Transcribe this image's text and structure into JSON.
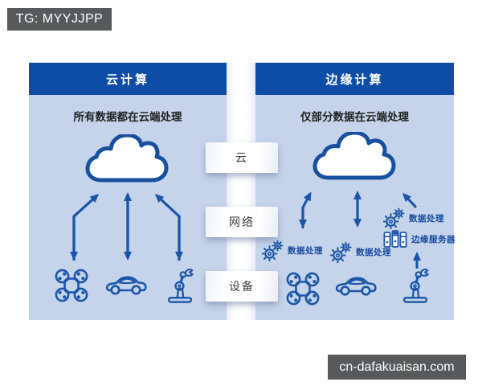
{
  "badge": {
    "text": "TG: MYYJJPP"
  },
  "watermark": {
    "text": "cn-dafakuaisan.com"
  },
  "left_panel": {
    "title": "云计算",
    "subtitle": "所有数据都在云端处理",
    "devices": [
      "drone",
      "car",
      "robot-arm"
    ]
  },
  "right_panel": {
    "title": "边缘计算",
    "subtitle": "仅部分数据在云端处理",
    "annotations": {
      "data_processing": "数据处理",
      "edge_server": "边缘服务器"
    },
    "devices": [
      "drone",
      "car",
      "robot-arm"
    ]
  },
  "ribbon": {
    "labels": [
      "云",
      "网络",
      "设备"
    ]
  },
  "icons": {
    "cloud": "cloud-icon",
    "drone": "drone-icon",
    "car": "car-icon",
    "robot_arm": "robot-arm-icon",
    "gears": "gears-icon",
    "server": "edge-server-icon"
  },
  "colors": {
    "header_blue": "#0d4da6",
    "panel_bg": "#c5d4ea",
    "line_blue": "#1b55a8",
    "annotation_navy": "#15499e",
    "badge_bg": "#58595b"
  }
}
